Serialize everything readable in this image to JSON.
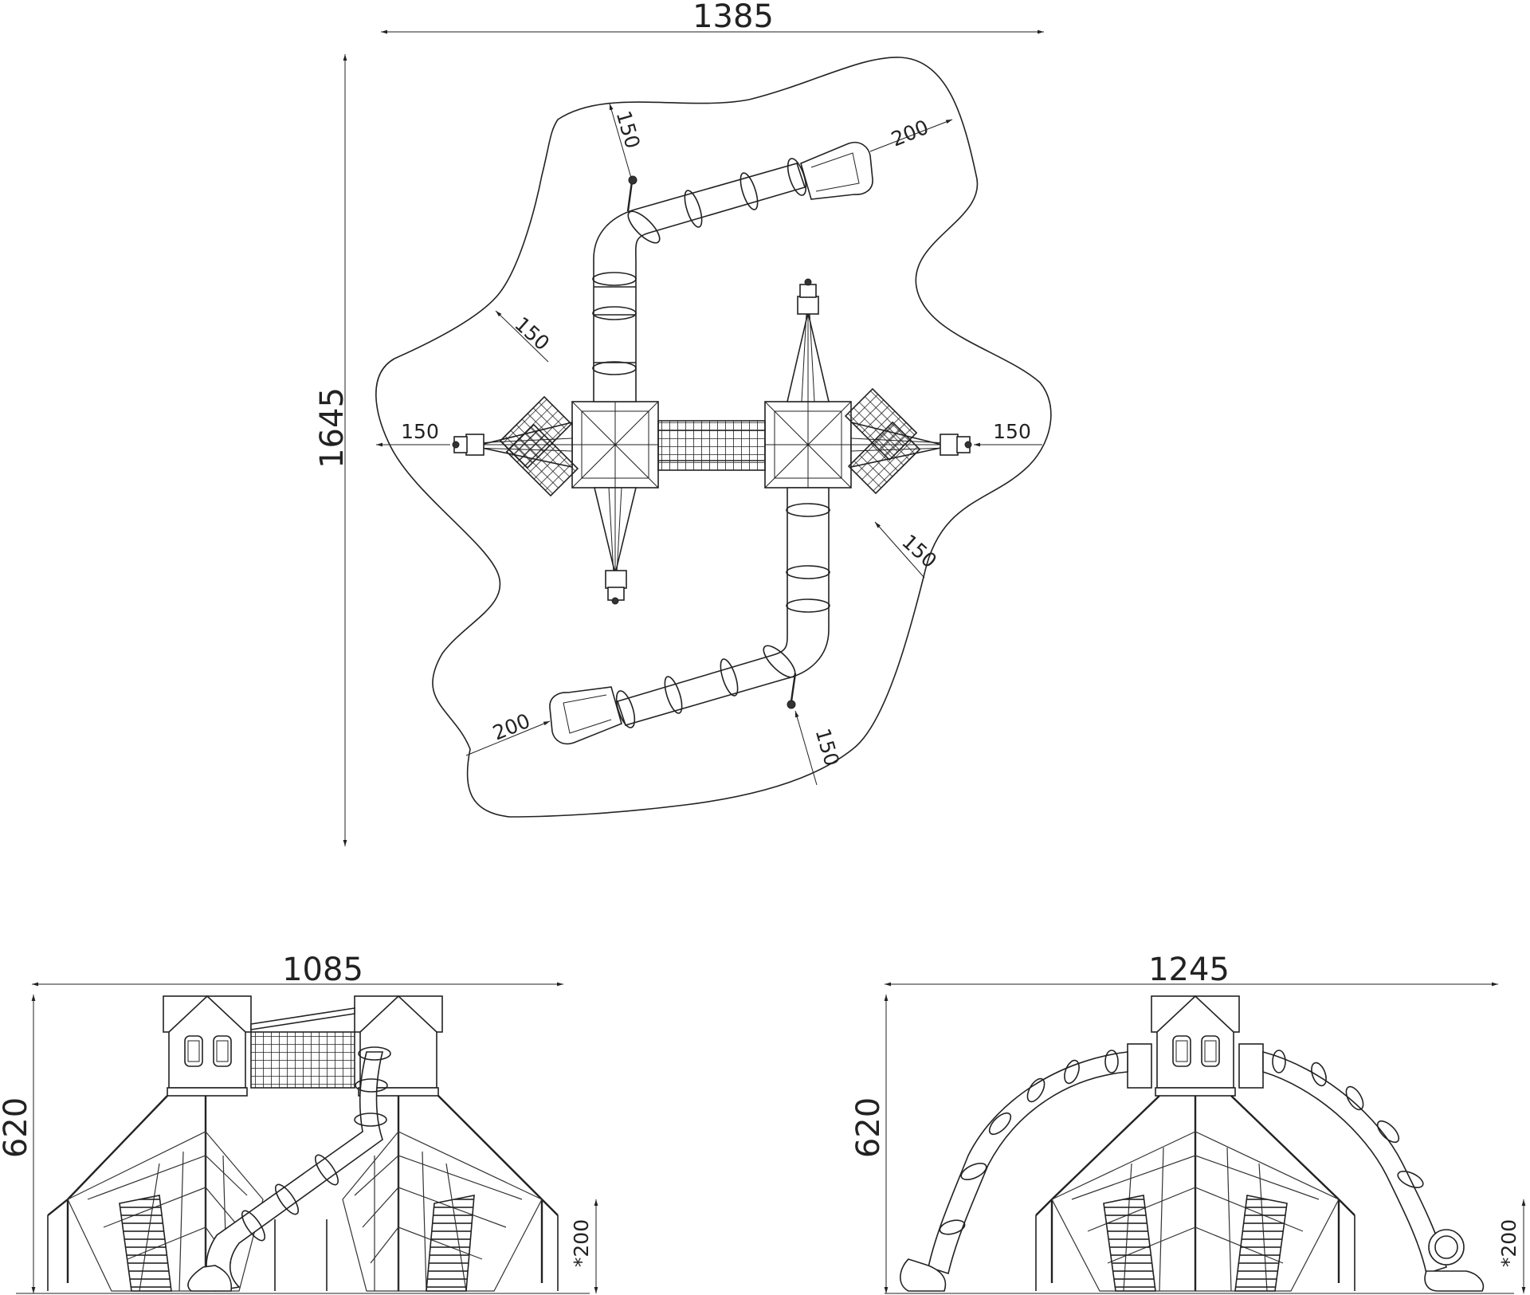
{
  "plan": {
    "width_label": "1385",
    "height_label": "1645",
    "clearances": {
      "slide_top_end": "200",
      "slide_bottom_end": "200",
      "post_top": "150",
      "post_bottom": "150",
      "ladder_upper_left": "150",
      "ladder_lower_right": "150",
      "arm_left": "150",
      "arm_right": "150"
    }
  },
  "front_elevation": {
    "width_label": "1085",
    "height_label": "620",
    "free_height_label": "*200"
  },
  "side_elevation": {
    "width_label": "1245",
    "height_label": "620",
    "free_height_label": "*200"
  }
}
